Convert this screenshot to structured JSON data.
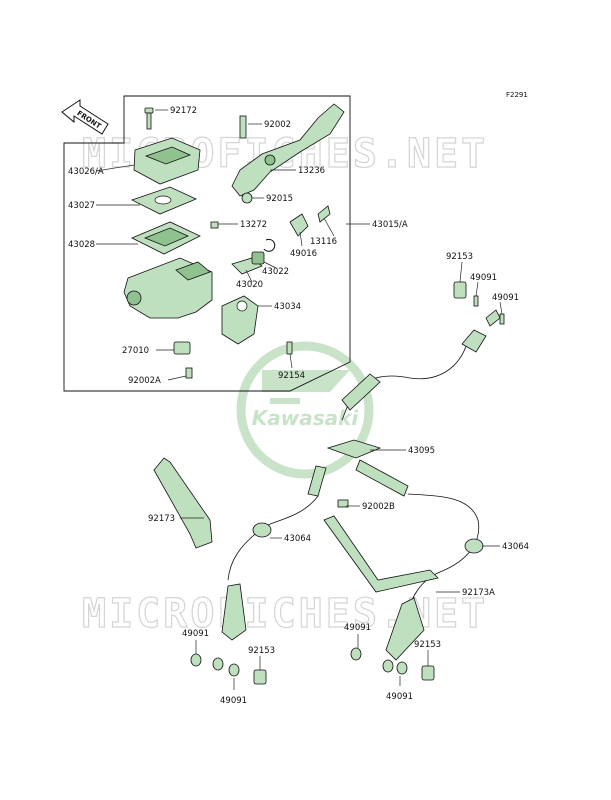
{
  "diagram_code": "F2291",
  "front_arrow_label": "FRONT",
  "watermark_text": "MICROFICHES.NET",
  "logo_text": "Kawasaki",
  "colors": {
    "part_fill": "#bfe0bf",
    "part_dark": "#8fc28f",
    "logo": "#c9e3c9",
    "line": "#111111"
  },
  "labels": {
    "p92172": "92172",
    "p92002": "92002",
    "p43026A": "43026/A",
    "p13236": "13236",
    "p43027": "43027",
    "p92015": "92015",
    "p13272": "13272",
    "p43028": "43028",
    "p13116": "13116",
    "p43015A": "43015/A",
    "p49016": "49016",
    "p43022": "43022",
    "p43020": "43020",
    "p92153_top": "92153",
    "p49091_top1": "49091",
    "p49091_top2": "49091",
    "p43034": "43034",
    "p27010": "27010",
    "p92154": "92154",
    "p92002A": "92002A",
    "p43095": "43095",
    "p92173": "92173",
    "p92002B": "92002B",
    "p43064_left": "43064",
    "p43064_right": "43064",
    "p92173A": "92173A",
    "p49091_bl1": "49091",
    "p92153_bl": "92153",
    "p49091_bl2": "49091",
    "p49091_br1": "49091",
    "p92153_br": "92153",
    "p49091_br2": "49091"
  }
}
